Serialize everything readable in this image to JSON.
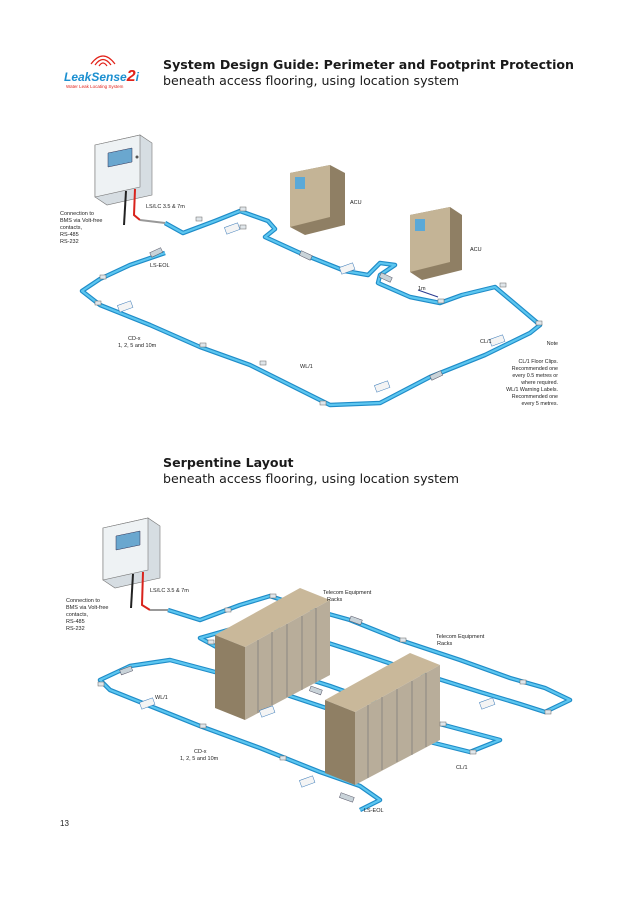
{
  "logo": {
    "name_part1": "LeakSense",
    "name_part2": "2",
    "name_part3": "i",
    "tagline": "Water Leak Locating System"
  },
  "section1": {
    "title": "System Design Guide: Perimeter and Footprint Protection",
    "subtitle": "beneath access flooring, using location system",
    "labels": {
      "connection": [
        "Connection to",
        "BMS via Volt-free",
        "contacts,",
        "RS-485",
        "RS-232"
      ],
      "lslc": "LS/LC 3.5 & 7m",
      "lseol": "LS-EOL",
      "acu1": "ACU",
      "acu2": "ACU",
      "dist": "1m",
      "cdx": [
        "CD-x",
        "1, 2, 5 and 10m"
      ],
      "wl1": "WL/1",
      "cl1": "CL/1",
      "note": [
        "Note",
        "CL/1 Floor Clips.",
        "Recommended one",
        "every 0.5 metres or",
        "where required.",
        "WL/1 Warning Labels.",
        "Recommended one",
        "every 5 metres."
      ]
    }
  },
  "section2": {
    "title": "Serpentine Layout",
    "subtitle": "beneath access flooring, using location system",
    "labels": {
      "connection": [
        "Connection to",
        "BMS via Volt-free",
        "contacts,",
        "RS-485",
        "RS-232"
      ],
      "lslc": "LS/LC 3.5 & 7m",
      "telecom1": [
        "Telecom Equipment",
        "Racks"
      ],
      "telecom2": [
        "Telecom Equipment",
        "Racks"
      ],
      "wl1": "WL/1",
      "cdx": [
        "CD-x",
        "1, 2, 5 and 10m"
      ],
      "cl1": "CL/1",
      "lseol": "LS-EOL"
    }
  },
  "page_number": "13",
  "colors": {
    "cable": "#2ea8e0",
    "cable_dark": "#1a7fb8",
    "acu": "#b9a98a",
    "panel": "#e8eef2",
    "red_wire": "#d9231c"
  }
}
